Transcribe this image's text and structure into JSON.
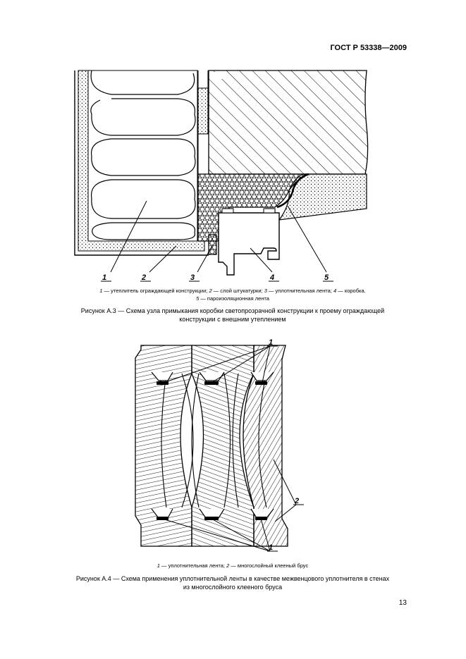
{
  "header": {
    "standard_id": "ГОСТ Р 53338—2009"
  },
  "figure_a3": {
    "callouts": [
      "1",
      "2",
      "3",
      "4",
      "5"
    ],
    "legend_line1": {
      "n1": "1",
      "t1": " — утеплитель ограждающей конструкции; ",
      "n2": "2",
      "t2": " — слой штукатурки; ",
      "n3": "3",
      "t3": " — уплотнительная лента; ",
      "n4": "4",
      "t4": " — коробка."
    },
    "legend_line2": {
      "n5": "5",
      "t5": " — пароизоляционная лента"
    },
    "caption_line1": "Рисунок А.3 — Схема узла примыкания коробки светопрозрачной конструкции к проему ограждающей",
    "caption_line2": "конструкции с внешним утеплением"
  },
  "figure_a4": {
    "callouts": [
      "1",
      "2",
      "1"
    ],
    "legend": {
      "n1": "1",
      "t1": " — уплотнительная лента; ",
      "n2": "2",
      "t2": " — многослойный клееный брус"
    },
    "caption_line1": "Рисунок А.4 — Схема применения уплотнительной ленты в качестве межвенцового уплотнителя в стенах",
    "caption_line2": "из многослойного клееного бруса"
  },
  "footer": {
    "page_number": "13"
  }
}
